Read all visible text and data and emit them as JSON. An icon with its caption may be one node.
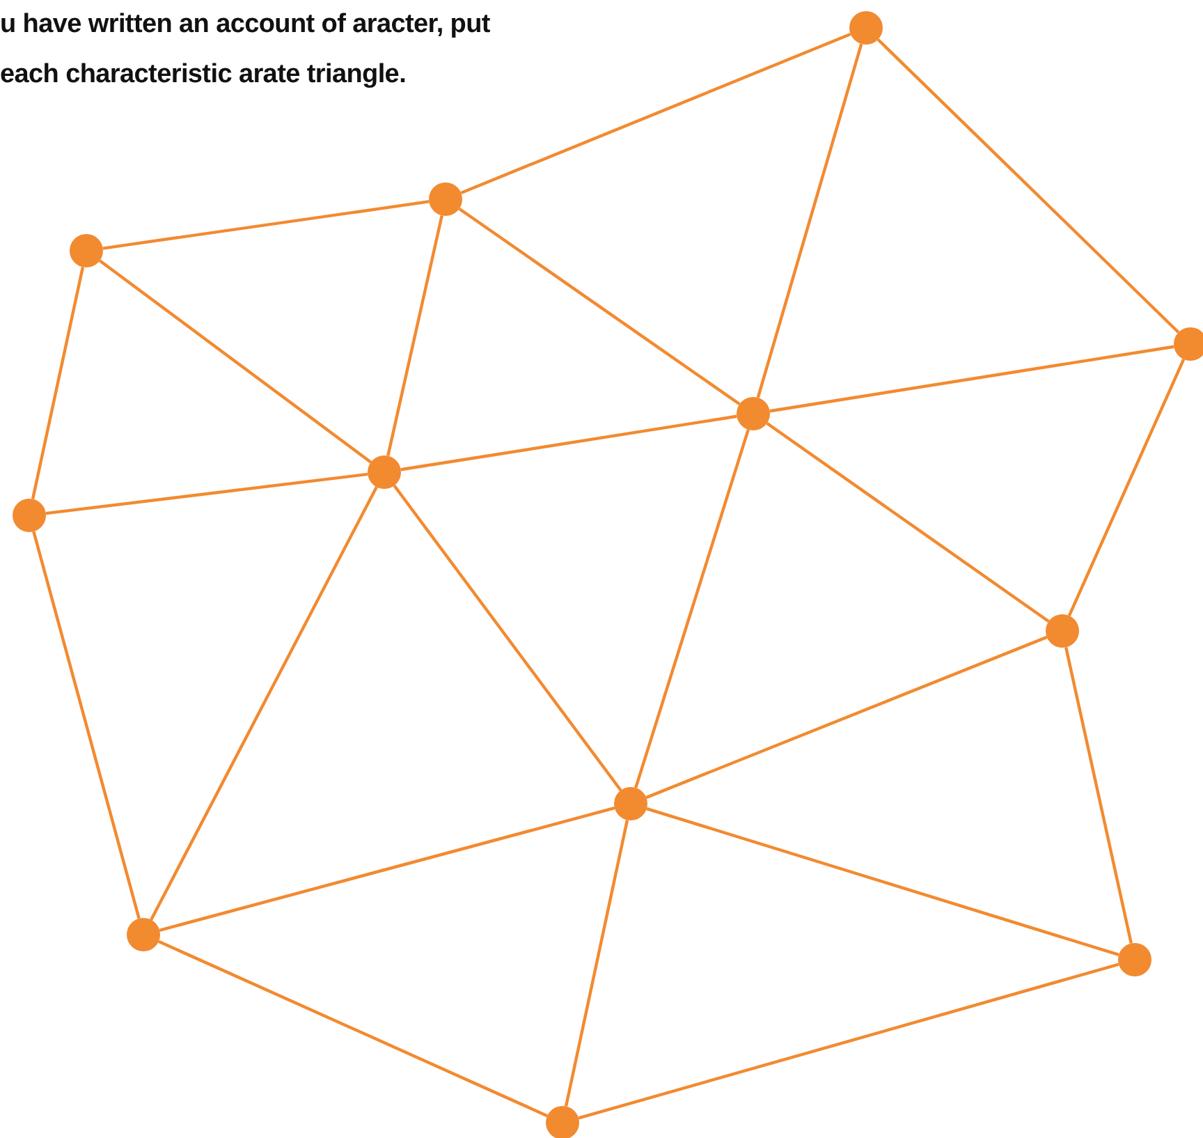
{
  "diagram": {
    "nodes": [
      {
        "text": [],
        "shape": "circle"
      },
      {
        "text": [],
        "shape": "circle"
      },
      {
        "text": [],
        "shape": "circle"
      },
      {
        "text": [],
        "shape": "circle"
      },
      {
        "text": [],
        "shape": "circle"
      },
      {
        "text": [],
        "shape": "circle"
      },
      {
        "text": [],
        "shape": "circle"
      },
      {
        "text": [],
        "shape": "circle"
      },
      {
        "text": [],
        "shape": "circle"
      },
      {
        "text": [],
        "shape": "circle"
      },
      {
        "text": [],
        "shape": "circle"
      },
      {
        "text": [],
        "shape": "circle"
      }
    ],
    "edges": [
      {
        "from": 0,
        "to": 1,
        "arrow": "none"
      },
      {
        "from": 0,
        "to": 3,
        "arrow": "none"
      },
      {
        "from": 0,
        "to": 4,
        "arrow": "none"
      },
      {
        "from": 1,
        "to": 2,
        "arrow": "none"
      },
      {
        "from": 1,
        "to": 5,
        "arrow": "none"
      },
      {
        "from": 1,
        "to": 4,
        "arrow": "none"
      },
      {
        "from": 2,
        "to": 5,
        "arrow": "none"
      },
      {
        "from": 2,
        "to": 6,
        "arrow": "none"
      },
      {
        "from": 3,
        "to": 4,
        "arrow": "none"
      },
      {
        "from": 3,
        "to": 7,
        "arrow": "none"
      },
      {
        "from": 4,
        "to": 5,
        "arrow": "none"
      },
      {
        "from": 4,
        "to": 7,
        "arrow": "none"
      },
      {
        "from": 4,
        "to": 8,
        "arrow": "none"
      },
      {
        "from": 5,
        "to": 6,
        "arrow": "none"
      },
      {
        "from": 5,
        "to": 9,
        "arrow": "none"
      },
      {
        "from": 5,
        "to": 8,
        "arrow": "none"
      },
      {
        "from": 6,
        "to": 9,
        "arrow": "none"
      },
      {
        "from": 7,
        "to": 8,
        "arrow": "none"
      },
      {
        "from": 7,
        "to": 10,
        "arrow": "none"
      },
      {
        "from": 8,
        "to": 9,
        "arrow": "none"
      },
      {
        "from": 8,
        "to": 10,
        "arrow": "none"
      },
      {
        "from": 8,
        "to": 11,
        "arrow": "none"
      },
      {
        "from": 9,
        "to": 11,
        "arrow": "none"
      },
      {
        "from": 10,
        "to": 11,
        "arrow": "none"
      }
    ],
    "labels": [
      "u have written an account of aracter, put each characteristic arate triangle."
    ]
  }
}
